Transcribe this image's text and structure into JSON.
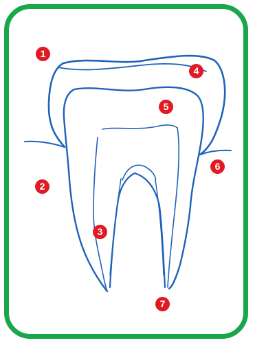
{
  "markers": [
    "1",
    "2",
    "3",
    "4",
    "5",
    "6",
    "7"
  ],
  "colors": {
    "frame": "#1aa64a",
    "outline": "#1f62b8",
    "marker": "#e01b24",
    "marker_text": "#ffffff"
  }
}
